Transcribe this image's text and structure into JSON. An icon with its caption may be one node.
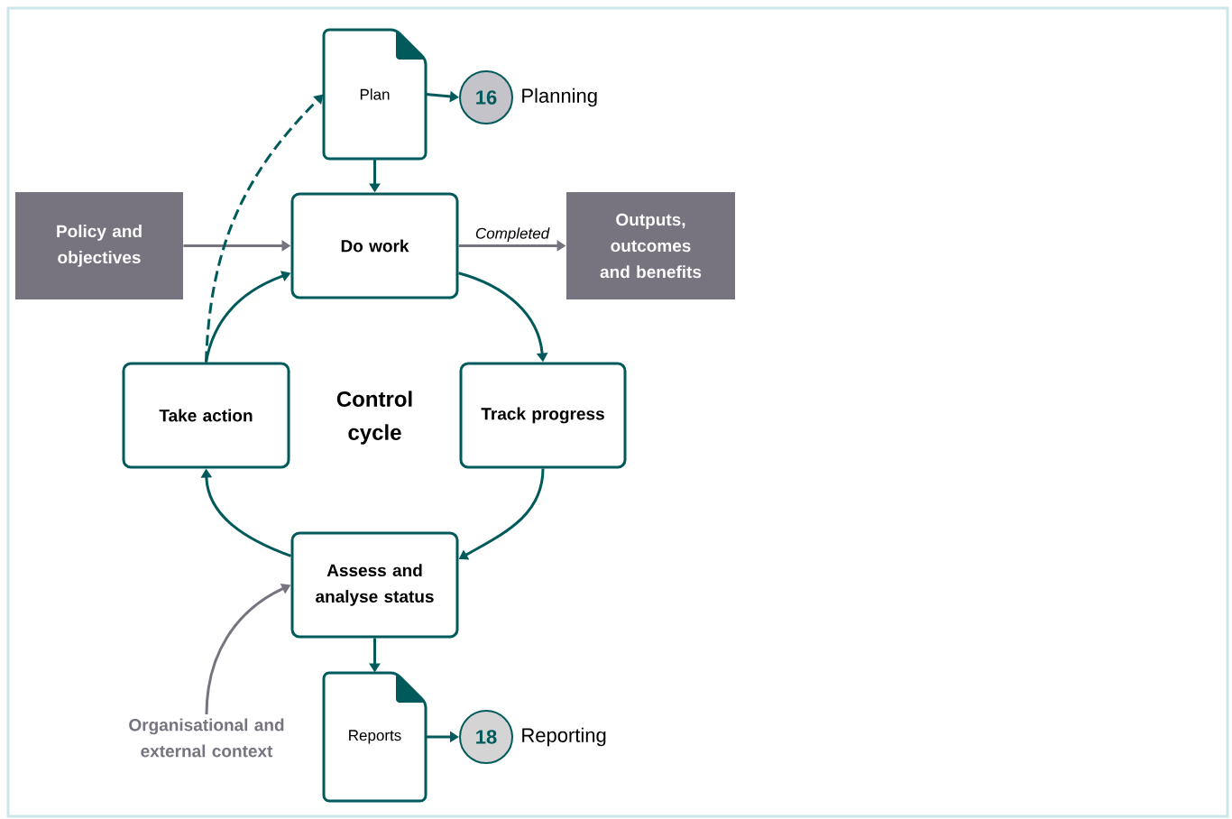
{
  "diagram": {
    "nodes": [
      {
        "text": [
          "Plan"
        ]
      },
      {
        "text": [
          "16"
        ],
        "beside": [
          "Planning"
        ]
      },
      {
        "text": [
          "Policy and objectives"
        ]
      },
      {
        "text": [
          "Do work"
        ]
      },
      {
        "text": [
          "Outputs, outcomes and benefits"
        ]
      },
      {
        "text": [
          "Take action"
        ]
      },
      {
        "text": [
          "Track progress"
        ]
      },
      {
        "text": [
          "Assess and analyse status"
        ]
      },
      {
        "text": [
          "Organisational and external context"
        ]
      },
      {
        "text": [
          "Reports"
        ]
      },
      {
        "text": [
          "18"
        ],
        "beside": [
          "Reporting"
        ]
      }
    ],
    "edges": [
      {
        "from": 0,
        "to": 1,
        "arrow": "to"
      },
      {
        "from": 0,
        "to": 3,
        "arrow": "to"
      },
      {
        "from": 2,
        "to": 3,
        "arrow": "to",
        "color": "#77737f"
      },
      {
        "from": 3,
        "to": 4,
        "arrow": "to",
        "label": "Completed",
        "color": "#77737f"
      },
      {
        "from": 3,
        "to": 6,
        "arrow": "to"
      },
      {
        "from": 6,
        "to": 7,
        "arrow": "to"
      },
      {
        "from": 7,
        "to": 5,
        "arrow": "to"
      },
      {
        "from": 5,
        "to": 3,
        "arrow": "to"
      },
      {
        "from": 5,
        "to": 0,
        "arrow": "to",
        "style": "dashed"
      },
      {
        "from": 8,
        "to": 7,
        "arrow": "to",
        "color": "#77737f"
      },
      {
        "from": 7,
        "to": 9,
        "arrow": "to"
      },
      {
        "from": 9,
        "to": 10,
        "arrow": "to"
      }
    ],
    "labels": [
      "Control cycle"
    ]
  }
}
